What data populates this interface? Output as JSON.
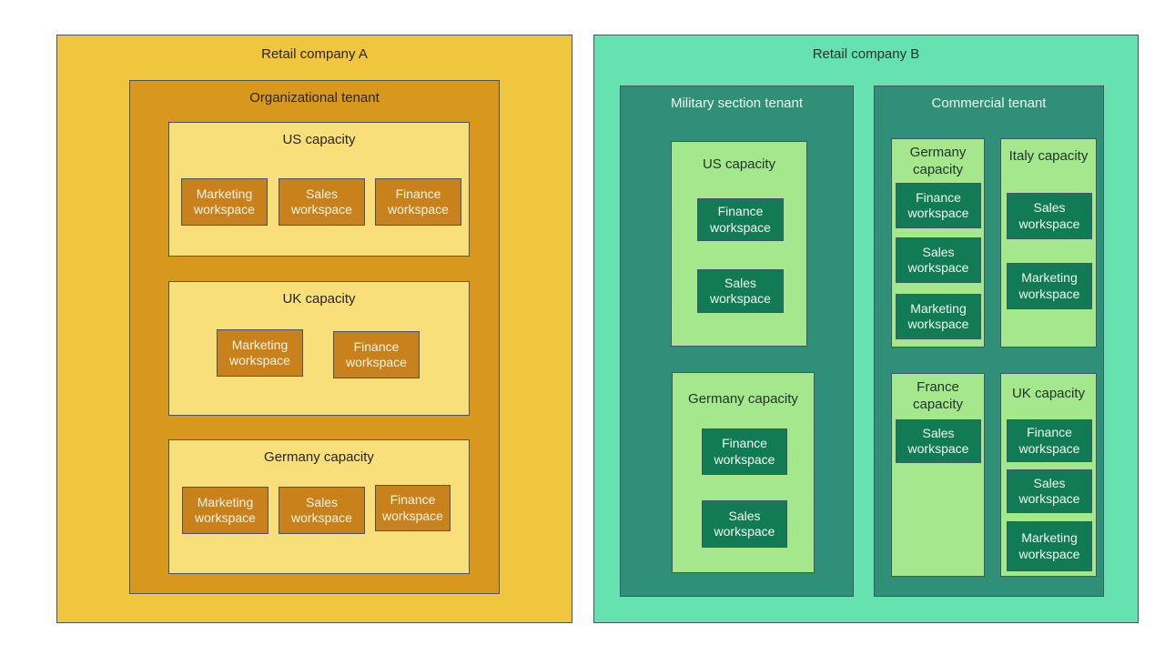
{
  "companies": [
    {
      "name": "Retail company A",
      "tenants": [
        {
          "name": "Organizational tenant",
          "capacities": [
            {
              "name": "US capacity",
              "workspaces": [
                "Marketing workspace",
                "Sales workspace",
                "Finance workspace"
              ]
            },
            {
              "name": "UK capacity",
              "workspaces": [
                "Marketing workspace",
                "Finance workspace"
              ]
            },
            {
              "name": "Germany capacity",
              "workspaces": [
                "Marketing workspace",
                "Sales workspace",
                "Finance workspace"
              ]
            }
          ]
        }
      ]
    },
    {
      "name": "Retail company B",
      "tenants": [
        {
          "name": "Military section tenant",
          "capacities": [
            {
              "name": "US capacity",
              "workspaces": [
                "Finance workspace",
                "Sales workspace"
              ]
            },
            {
              "name": "Germany capacity",
              "workspaces": [
                "Finance workspace",
                "Sales workspace"
              ]
            }
          ]
        },
        {
          "name": "Commercial tenant",
          "capacities": [
            {
              "name": "Germany capacity",
              "workspaces": [
                "Finance workspace",
                "Sales workspace",
                "Marketing workspace"
              ]
            },
            {
              "name": "Italy capacity",
              "workspaces": [
                "Sales workspace",
                "Marketing workspace"
              ]
            },
            {
              "name": "France capacity",
              "workspaces": [
                "Sales workspace"
              ]
            },
            {
              "name": "UK capacity",
              "workspaces": [
                "Finance workspace",
                "Sales workspace",
                "Marketing workspace"
              ]
            }
          ]
        }
      ]
    }
  ],
  "colors": {
    "border": "#44546A",
    "company_a_bg": "#F0C63E",
    "tenant_a_bg": "#D8981E",
    "capacity_a_bg": "#F8DF7A",
    "workspace_a_bg": "#C8811B",
    "company_b_bg": "#66E2B1",
    "tenant_b_bg": "#2F9077",
    "capacity_b_bg": "#A5E78C",
    "workspace_b_bg": "#107B55",
    "dark_text": "#2B2415",
    "dark_text_green": "#1F332A",
    "light_text": "#FAF4E8",
    "light_text_green": "#EFF9F3"
  }
}
